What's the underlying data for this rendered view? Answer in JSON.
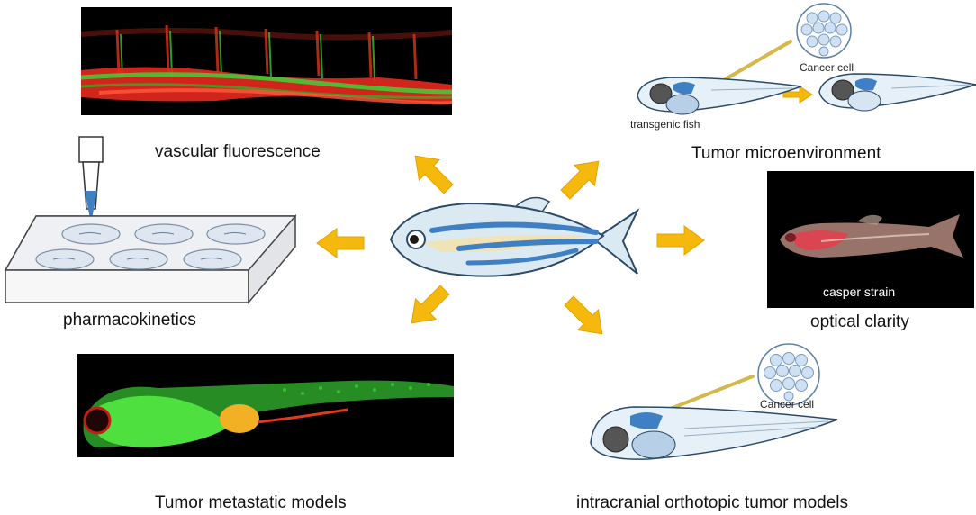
{
  "labels": {
    "vascular": "vascular fluorescence",
    "pharmaco": "pharmacokinetics",
    "metastatic": "Tumor metastatic models",
    "microenv": "Tumor microenvironment",
    "optical": "optical clarity",
    "intracranial": "intracranial orthotopic tumor models",
    "casper": "casper strain",
    "transgenic": "transgenic fish",
    "cancer_top": "Cancer cell",
    "cancer_bottom": "Cancer cell"
  },
  "colors": {
    "arrow": "#f5b80c",
    "arrow_stroke": "#e0a400",
    "fish_body": "#dbe9f3",
    "fish_outline": "#2b4a66",
    "fish_stripe": "#3f7fc4",
    "fish_belly": "#f1e3b8",
    "plate_top": "#eef0f3",
    "well": "#dde6f1",
    "red": "#e8281e",
    "green": "#3fd23a"
  },
  "plate": {
    "wells": 6
  }
}
